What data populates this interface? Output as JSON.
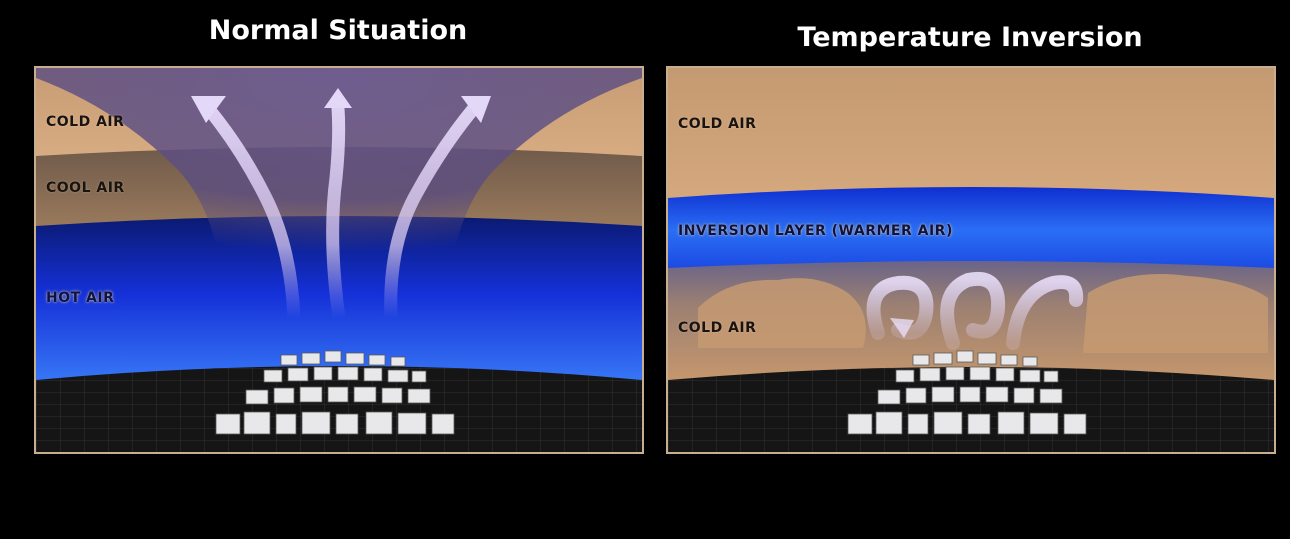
{
  "panels": [
    {
      "title": "Normal Situation",
      "labels": {
        "top": "COLD AIR",
        "middle": "COOL AIR",
        "bottom": "HOT AIR"
      }
    },
    {
      "title": "Temperature Inversion",
      "labels": {
        "top": "COLD AIR",
        "middle": "INVERSION LAYER (WARMER AIR)",
        "bottom": "COLD AIR"
      }
    }
  ],
  "colors": {
    "background": "#000000",
    "frame": "#c9ad8f",
    "cold_air": "#d2a67c",
    "cool_air": "#8c7058",
    "hot_air": "#1a3ae0",
    "inversion_layer": "#1c5cf0",
    "ground": "#1a1a1a",
    "arrow": "#d8c8f0"
  }
}
